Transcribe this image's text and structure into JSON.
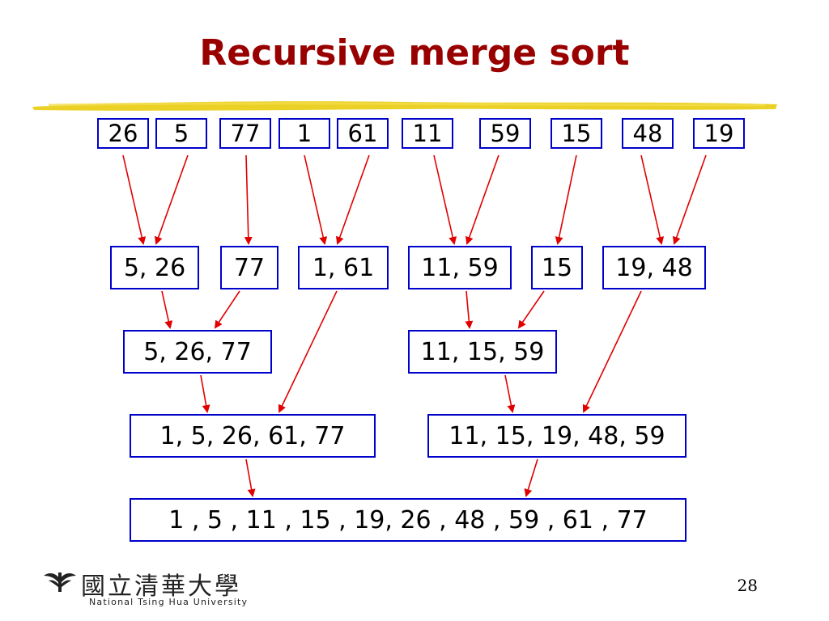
{
  "slide": {
    "title": "Recursive merge sort",
    "page_number": "28"
  },
  "colors": {
    "title": "#990000",
    "box_border": "#0000cc",
    "arrow": "#e00000",
    "stroke": "#e8c800"
  },
  "leaves": [
    "26",
    "5",
    "77",
    "1",
    "61",
    "11",
    "59",
    "15",
    "48",
    "19"
  ],
  "level1": [
    "5, 26",
    "77",
    "1, 61",
    "11, 59",
    "15",
    "19, 48"
  ],
  "level2": [
    "5, 26, 77",
    "11, 15, 59"
  ],
  "level3": [
    "1, 5, 26, 61, 77",
    "11, 15, 19, 48, 59"
  ],
  "result": "1 , 5 , 11 , 15 , 19, 26 , 48 , 59 , 61 , 77",
  "logo": {
    "icon": "university-emblem-icon",
    "name_script": "國立清華大學",
    "name_en": "National Tsing Hua University"
  }
}
